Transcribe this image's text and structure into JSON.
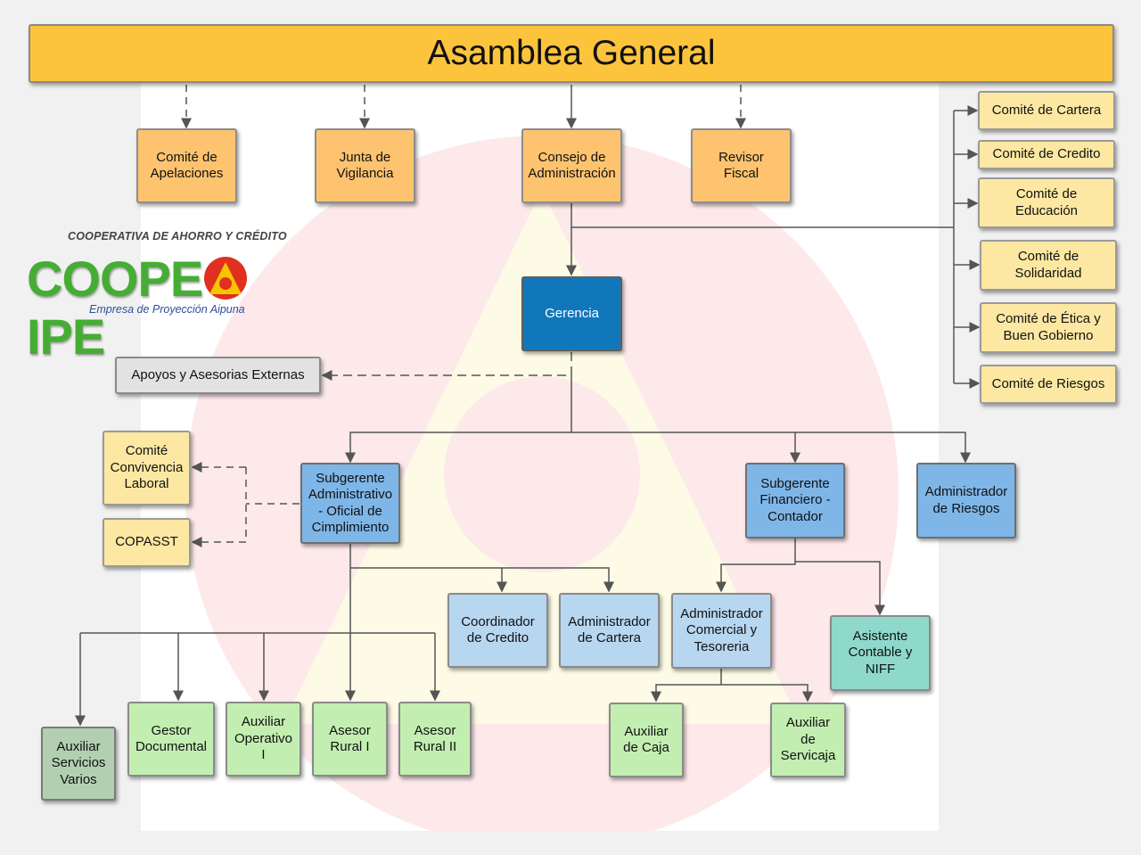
{
  "title": "Asamblea General",
  "logo": {
    "top_text": "COOPERATIVA DE AHORRO Y CRÉDITO",
    "word_left": "COOPE",
    "word_right": "IPE",
    "subtitle": "Empresa de Proyección Aipuna"
  },
  "nodes": {
    "apelaciones": "Comité de\nApelaciones",
    "vigilancia": "Junta de\nVigilancia",
    "consejo": "Consejo de\nAdministración",
    "revisor": "Revisor\nFiscal",
    "cartera_comite": "Comité de Cartera",
    "credito_comite": "Comité de Credito",
    "educacion": "Comité de\nEducación",
    "solidaridad": "Comité de\nSolidaridad",
    "etica": "Comité de Ética y\nBuen Gobierno",
    "riesgos_comite": "Comité de Riesgos",
    "gerencia": "Gerencia",
    "apoyos": "Apoyos y Asesorias Externas",
    "convivencia": "Comité\nConvivencia\nLaboral",
    "copasst": "COPASST",
    "subgerente_adm": "Subgerente\nAdministrativo\n- Oficial de\nCimplimiento",
    "subgerente_fin": "Subgerente\nFinanciero -\nContador",
    "admin_riesgos": "Administrador\nde Riesgos",
    "coord_credito": "Coordinador\nde Credito",
    "admin_cartera": "Administrador\nde Cartera",
    "admin_comercial": "Administrador\nComercial y\nTesoreria",
    "asistente": "Asistente\nContable y\nNIFF",
    "aux_servicios": "Auxiliar\nServicios\nVarios",
    "gestor": "Gestor\nDocumental",
    "aux_operativo": "Auxiliar\nOperativo\nI",
    "asesor1": "Asesor\nRural I",
    "asesor2": "Asesor\nRural II",
    "aux_caja": "Auxiliar\nde Caja",
    "aux_servicaja": "Auxiliar\nde\nServicaja"
  },
  "colors": {
    "top": "#fcc43c",
    "orange": "#fdc36f",
    "yellow": "#fce8a2",
    "navy": "#1177bb",
    "blue": "#b7d6f0",
    "blue_mid": "#7fb6e8",
    "green": "#c3eeb1",
    "teal": "#8ed9cb",
    "sage": "#b3cfb2",
    "line": "#555555"
  }
}
